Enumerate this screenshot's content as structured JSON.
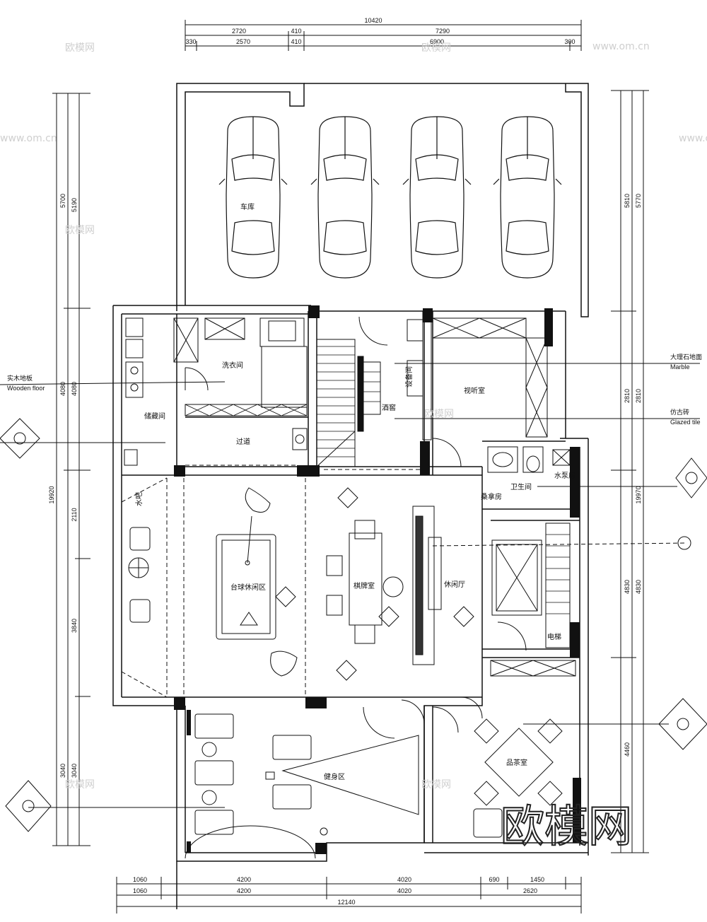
{
  "dimensions": {
    "top_overall": "10420",
    "top_row1": [
      "2720",
      "410",
      "7290"
    ],
    "top_row2": [
      "330",
      "2570",
      "410",
      "6900",
      "300"
    ],
    "bottom_row1": [
      "1060",
      "4200",
      "4020",
      "690",
      "1450"
    ],
    "bottom_row2": [
      "1060",
      "4200",
      "4020",
      "2620"
    ],
    "bottom_overall": "12140",
    "left_outer": [
      "5700",
      "4080",
      "19920",
      "3040"
    ],
    "left_inner": [
      "5190",
      "4080",
      "2110",
      "3840",
      "3040"
    ],
    "right_outer": [
      "5810",
      "2810",
      "19970",
      "4830"
    ],
    "right_inner": [
      "5770",
      "2810",
      "4830",
      "4460"
    ]
  },
  "rooms": {
    "garage": "车库",
    "laundry": "洗衣间",
    "storage": "储藏间",
    "corridor": "过道",
    "cinema": "视听室",
    "wine_cellar": "酒窖",
    "billiards": "台球休闲区",
    "card_room": "棋牌室",
    "bar": "水吧",
    "bathroom": "卫生间",
    "leisure_hall": "休闲厅",
    "pump_room": "水泵房",
    "elevator": "电梯",
    "tea_room": "品茶室",
    "gym": "健身区",
    "equip": "设备间",
    "sauna": "桑拿房"
  },
  "annotations": {
    "left_1": "实木地板",
    "left_2": "Wooden floor",
    "right_1": "大理石地面",
    "right_2": "Marble",
    "right_3": "仿古砖",
    "right_4": "Glazed tile"
  },
  "watermark": {
    "site": "www.om.cn",
    "brand": "欧模网"
  }
}
